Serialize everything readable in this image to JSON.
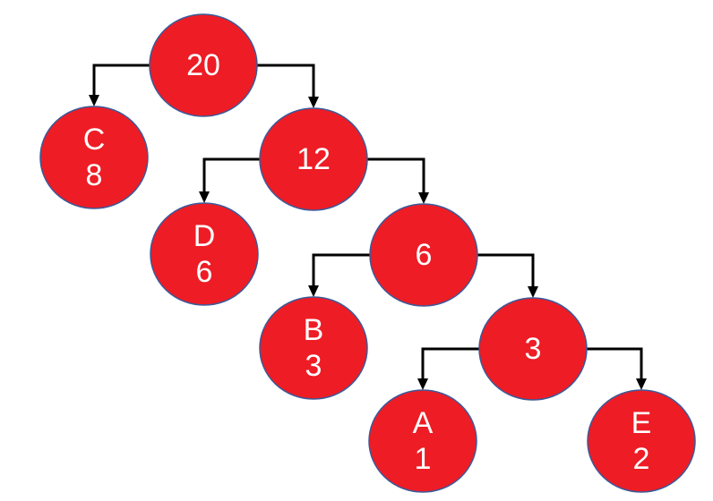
{
  "colors": {
    "node_fill": "#ee1c25",
    "node_stroke": "#3b5a9a",
    "edge": "#000000",
    "text": "#ffffff",
    "background": "#ffffff"
  },
  "nodes": [
    {
      "id": "n20",
      "lines": [
        "20"
      ]
    },
    {
      "id": "nC",
      "lines": [
        "C",
        "8"
      ]
    },
    {
      "id": "n12",
      "lines": [
        "12"
      ]
    },
    {
      "id": "nD",
      "lines": [
        "D",
        "6"
      ]
    },
    {
      "id": "n6",
      "lines": [
        "6"
      ]
    },
    {
      "id": "nB",
      "lines": [
        "B",
        "3"
      ]
    },
    {
      "id": "n3",
      "lines": [
        "3"
      ]
    },
    {
      "id": "nA",
      "lines": [
        "A",
        "1"
      ]
    },
    {
      "id": "nE",
      "lines": [
        "E",
        "2"
      ]
    }
  ],
  "edges": [
    {
      "from": "n20",
      "to": "nC"
    },
    {
      "from": "n20",
      "to": "n12"
    },
    {
      "from": "n12",
      "to": "nD"
    },
    {
      "from": "n12",
      "to": "n6"
    },
    {
      "from": "n6",
      "to": "nB"
    },
    {
      "from": "n6",
      "to": "n3"
    },
    {
      "from": "n3",
      "to": "nA"
    },
    {
      "from": "n3",
      "to": "nE"
    }
  ]
}
